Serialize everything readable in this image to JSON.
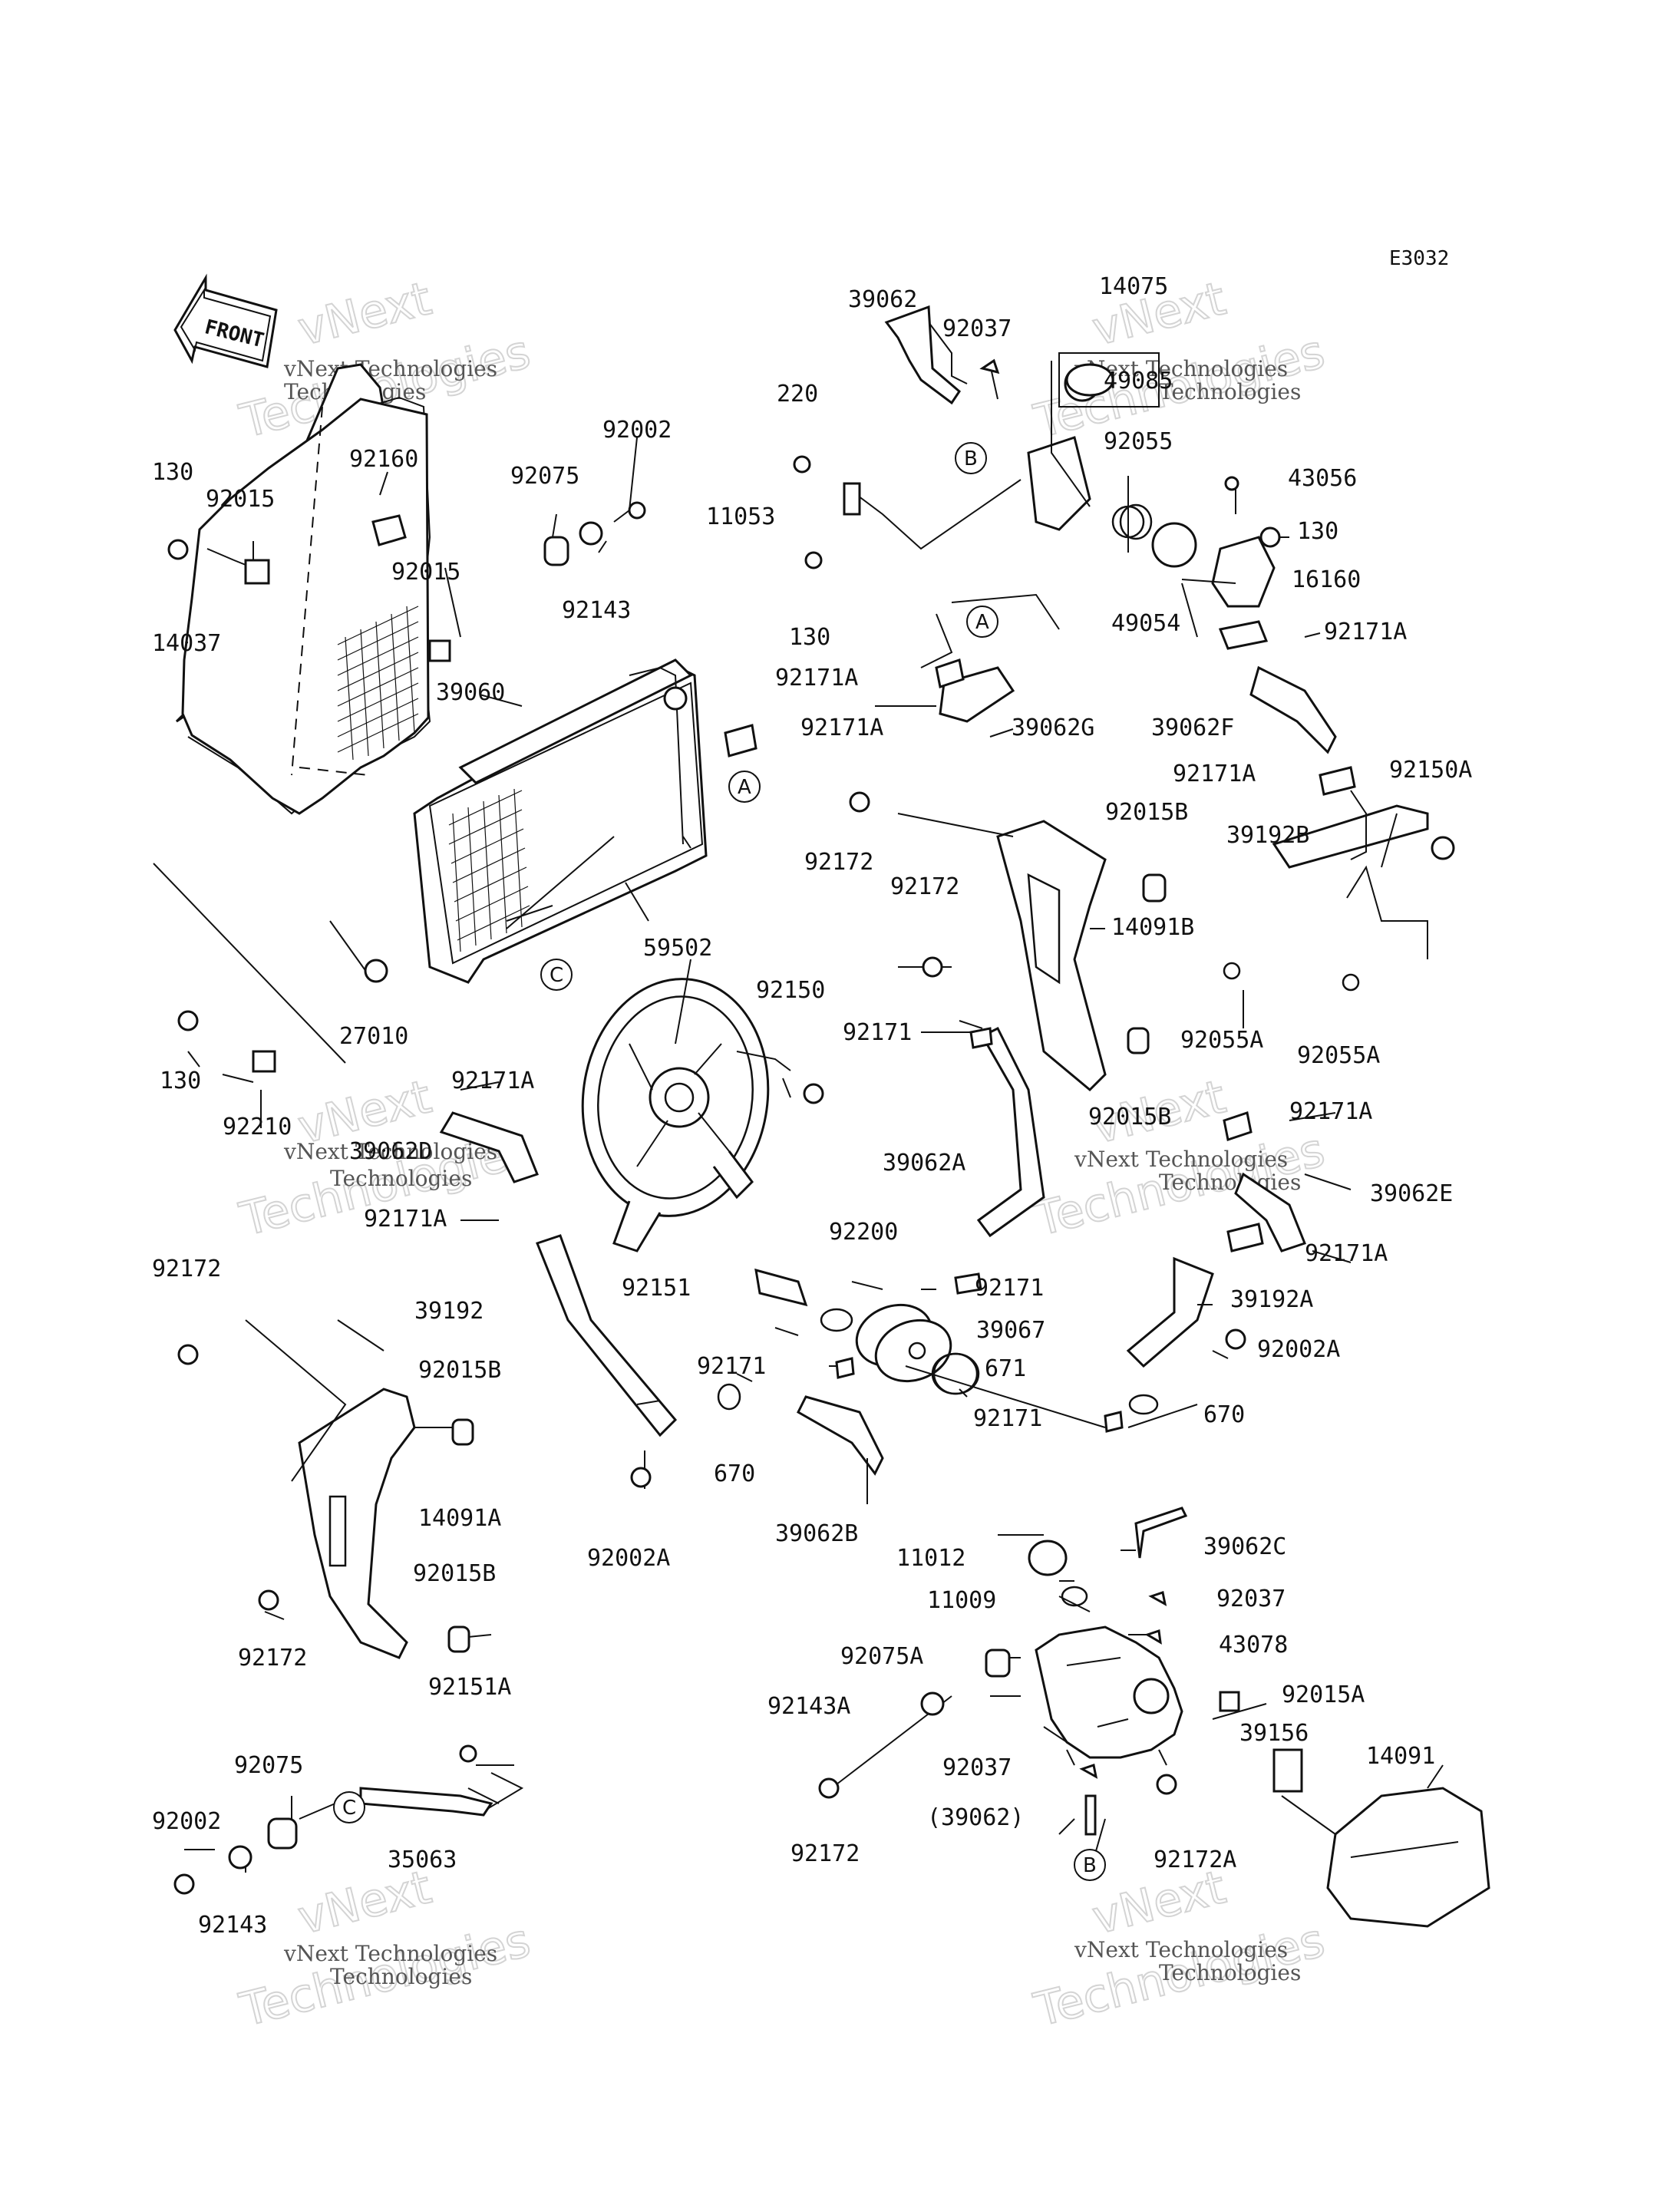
{
  "diagram_code": "E3032",
  "front_label": "FRONT",
  "watermark": {
    "company": "vNext Technologies",
    "word1": "vNext",
    "word2": "Technologies"
  },
  "callouts": {
    "a": "A",
    "b": "B",
    "c": "C"
  },
  "parts": [
    "130",
    "92015",
    "92160",
    "14037",
    "92075",
    "92002",
    "92143",
    "92015",
    "39060",
    "27010",
    "130",
    "92210",
    "92171A",
    "39062D",
    "92171A",
    "59502",
    "92150",
    "39062",
    "92037",
    "14075",
    "49085",
    "220",
    "11053",
    "130",
    "92055",
    "43056",
    "130",
    "16160",
    "49054",
    "92171A",
    "92171A",
    "39062G",
    "92171A",
    "39062F",
    "92171A",
    "92150A",
    "39192B",
    "92172",
    "92015B",
    "92172",
    "14091B",
    "92055A",
    "92055A",
    "92171",
    "92015B",
    "92171A",
    "39062A",
    "39062E",
    "92171A",
    "92200",
    "92151",
    "92171",
    "39067",
    "39192A",
    "92002A",
    "92171",
    "671",
    "92171",
    "670",
    "39192",
    "670",
    "92002A",
    "39062B",
    "92172",
    "92015B",
    "14091A",
    "92015B",
    "92172",
    "11012",
    "39062C",
    "11009",
    "92037",
    "43078",
    "92075A",
    "92015A",
    "92143A",
    "39156",
    "14091",
    "92037",
    "(39062)",
    "92172",
    "92172A",
    "92151A",
    "92075",
    "92002",
    "35063",
    "92143"
  ]
}
